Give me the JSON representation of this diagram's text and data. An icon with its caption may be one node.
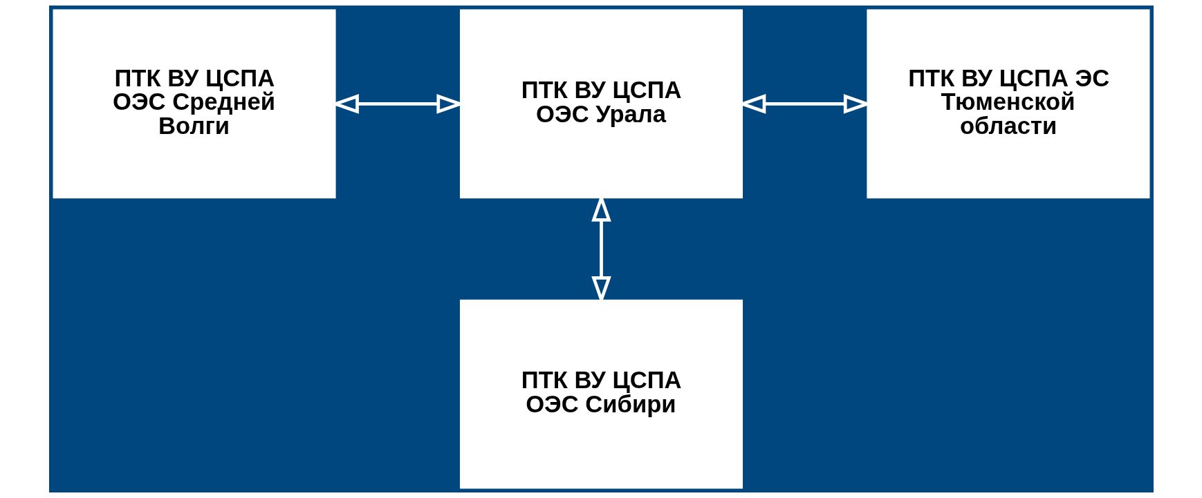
{
  "diagram": {
    "nodes": [
      {
        "text": [
          "ПТК ВУ ЦСПА ОЭС Средней Волги"
        ]
      },
      {
        "text": [
          "ПТК ВУ ЦСПА ОЭС Урала"
        ]
      },
      {
        "text": [
          "ПТК ВУ ЦСПА ЭС Тюменской области"
        ]
      },
      {
        "text": [
          "ПТК ВУ ЦСПА ОЭС Сибири"
        ]
      }
    ],
    "edges": [
      {
        "from": 0,
        "to": 1,
        "arrow": "both"
      },
      {
        "from": 1,
        "to": 2,
        "arrow": "both"
      },
      {
        "from": 1,
        "to": 3,
        "arrow": "both"
      }
    ]
  }
}
